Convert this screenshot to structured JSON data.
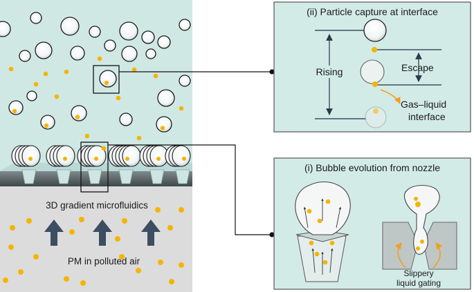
{
  "left_panel": {
    "device_label": "3D gradient microfluidics",
    "source_label": "PM in polluted air"
  },
  "panel_capture": {
    "title": "(ii) Particle capture at interface",
    "rising_label": "Rising",
    "escape_label": "Escape",
    "interface_label_line1": "Gas–liquid",
    "interface_label_line2": "interface"
  },
  "panel_evolution": {
    "title": "(i) Bubble evolution from nozzle",
    "gating_label_line1": "Slippery",
    "gating_label_line2": "liquid gating"
  },
  "colors": {
    "liquid": "#cfe8e4",
    "particle": "#f5b400",
    "ink": "#2b3a4a",
    "panel_border": "#555555"
  }
}
